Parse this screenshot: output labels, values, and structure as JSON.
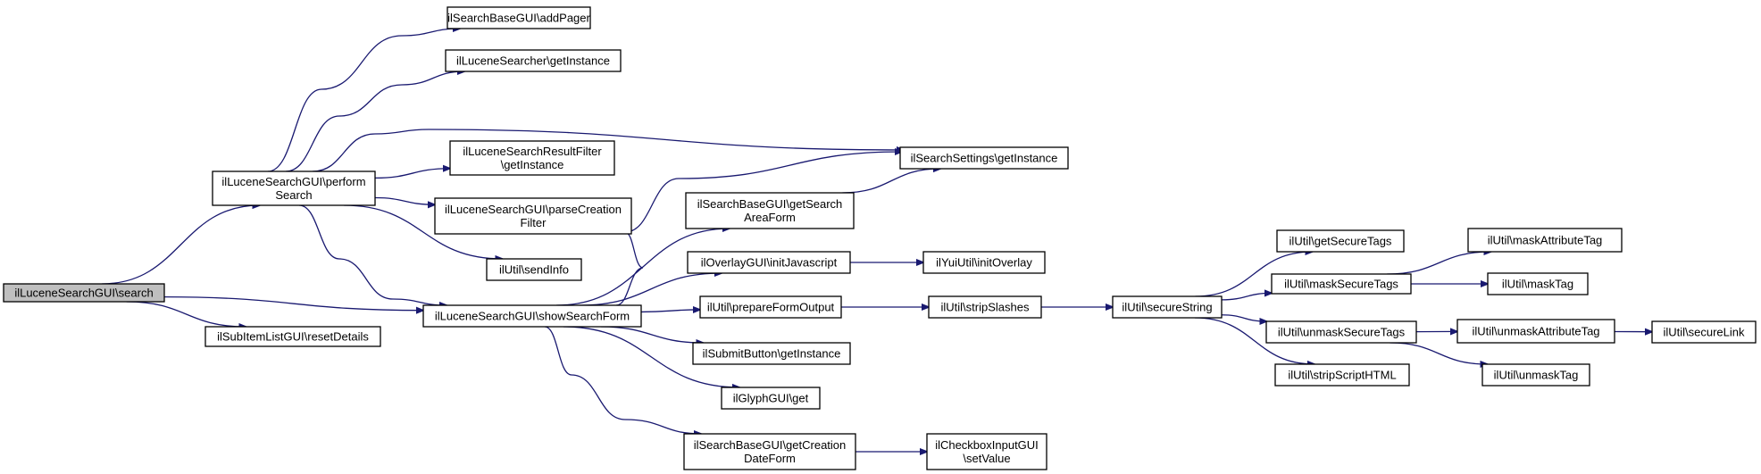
{
  "graph": {
    "nodes": {
      "search": [
        "ilLuceneSearchGUI\\search"
      ],
      "performSearch": [
        "ilLuceneSearchGUI\\perform",
        "Search"
      ],
      "showSearchForm": [
        "ilLuceneSearchGUI\\showSearchForm"
      ],
      "resetDetails": [
        "ilSubItemListGUI\\resetDetails"
      ],
      "addPager": [
        "ilSearchBaseGUI\\addPager"
      ],
      "luceneSearcherGetInstance": [
        "ilLuceneSearcher\\getInstance"
      ],
      "resultFilterGetInstance": [
        "ilLuceneSearchResultFilter",
        "\\getInstance"
      ],
      "parseCreationFilter": [
        "ilLuceneSearchGUI\\parseCreation",
        "Filter"
      ],
      "sendInfo": [
        "ilUtil\\sendInfo"
      ],
      "searchSettingsGetInstance": [
        "ilSearchSettings\\getInstance"
      ],
      "getSearchAreaForm": [
        "ilSearchBaseGUI\\getSearch",
        "AreaForm"
      ],
      "initJavascript": [
        "ilOverlayGUI\\initJavascript"
      ],
      "prepareFormOutput": [
        "ilUtil\\prepareFormOutput"
      ],
      "submitButtonGetInstance": [
        "ilSubmitButton\\getInstance"
      ],
      "glyphGet": [
        "ilGlyphGUI\\get"
      ],
      "getCreationDateForm": [
        "ilSearchBaseGUI\\getCreation",
        "DateForm"
      ],
      "initOverlay": [
        "ilYuiUtil\\initOverlay"
      ],
      "stripSlashes": [
        "ilUtil\\stripSlashes"
      ],
      "setValue": [
        "ilCheckboxInputGUI",
        "\\setValue"
      ],
      "secureString": [
        "ilUtil\\secureString"
      ],
      "getSecureTags": [
        "ilUtil\\getSecureTags"
      ],
      "maskSecureTags": [
        "ilUtil\\maskSecureTags"
      ],
      "unmaskSecureTags": [
        "ilUtil\\unmaskSecureTags"
      ],
      "stripScriptHTML": [
        "ilUtil\\stripScriptHTML"
      ],
      "maskAttributeTag": [
        "ilUtil\\maskAttributeTag"
      ],
      "maskTag": [
        "ilUtil\\maskTag"
      ],
      "unmaskAttributeTag": [
        "ilUtil\\unmaskAttributeTag"
      ],
      "unmaskTag": [
        "ilUtil\\unmaskTag"
      ],
      "secureLink": [
        "ilUtil\\secureLink"
      ]
    },
    "edges": [
      [
        "search",
        "performSearch"
      ],
      [
        "search",
        "showSearchForm"
      ],
      [
        "search",
        "resetDetails"
      ],
      [
        "performSearch",
        "addPager"
      ],
      [
        "performSearch",
        "luceneSearcherGetInstance"
      ],
      [
        "performSearch",
        "searchSettingsGetInstance"
      ],
      [
        "performSearch",
        "resultFilterGetInstance"
      ],
      [
        "performSearch",
        "parseCreationFilter"
      ],
      [
        "performSearch",
        "sendInfo"
      ],
      [
        "performSearch",
        "showSearchForm"
      ],
      [
        "showSearchForm",
        "searchSettingsGetInstance"
      ],
      [
        "showSearchForm",
        "getSearchAreaForm"
      ],
      [
        "showSearchForm",
        "initJavascript"
      ],
      [
        "showSearchForm",
        "prepareFormOutput"
      ],
      [
        "showSearchForm",
        "submitButtonGetInstance"
      ],
      [
        "showSearchForm",
        "glyphGet"
      ],
      [
        "showSearchForm",
        "getCreationDateForm"
      ],
      [
        "getSearchAreaForm",
        "searchSettingsGetInstance"
      ],
      [
        "initJavascript",
        "initOverlay"
      ],
      [
        "prepareFormOutput",
        "stripSlashes"
      ],
      [
        "getCreationDateForm",
        "setValue"
      ],
      [
        "stripSlashes",
        "secureString"
      ],
      [
        "secureString",
        "getSecureTags"
      ],
      [
        "secureString",
        "maskSecureTags"
      ],
      [
        "secureString",
        "unmaskSecureTags"
      ],
      [
        "secureString",
        "stripScriptHTML"
      ],
      [
        "maskSecureTags",
        "maskAttributeTag"
      ],
      [
        "maskSecureTags",
        "maskTag"
      ],
      [
        "unmaskSecureTags",
        "unmaskAttributeTag"
      ],
      [
        "unmaskSecureTags",
        "unmaskTag"
      ],
      [
        "unmaskAttributeTag",
        "secureLink"
      ]
    ],
    "root": "search",
    "colors": {
      "edge": "#191970",
      "root_fill": "#bfbfbf",
      "node_fill": "#ffffff",
      "node_border": "#000000"
    }
  }
}
